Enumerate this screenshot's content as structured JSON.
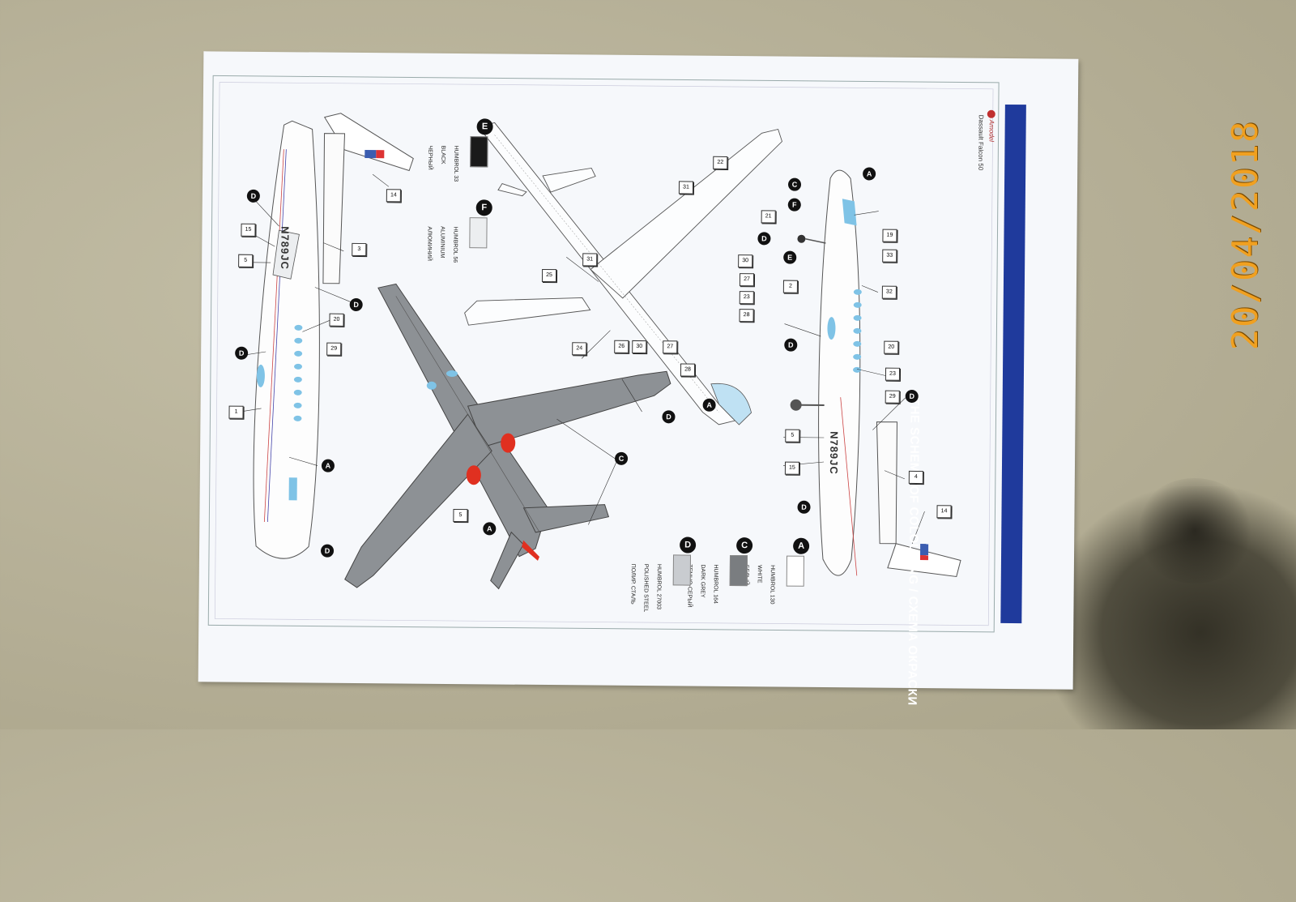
{
  "date_stamp": "20/04/2018",
  "sheet": {
    "title": "THE SCHEME OF COLOURING / СХЕМА ОКРАСКИ",
    "subtitle": "Dassault Falcon 50",
    "brand": "Amodel",
    "registration": "N789JC"
  },
  "paints": {
    "E": {
      "letter": "E",
      "code": "HUMBROL 33",
      "en": "BLACK",
      "ru": "ЧЕРНЫЙ",
      "color": "#1a1a1a"
    },
    "F": {
      "letter": "F",
      "code": "HUMBROL 56",
      "en": "ALUMINIUM",
      "ru": "АЛЮМИНИЙ",
      "color": "#eceef0"
    },
    "A": {
      "letter": "A",
      "code": "HUMBROL 130",
      "en": "WHITE",
      "ru": "БЕЛЫЙ",
      "color": "#ffffff"
    },
    "C": {
      "letter": "C",
      "code": "HUMBROL 164",
      "en": "DARK GREY",
      "ru": "ТЕМНО-СЕРЫЙ",
      "color": "#7a7d80"
    },
    "D": {
      "letter": "D",
      "code": "HUMBROL 27003",
      "en": "POLISHED STEEL",
      "ru": "ПОЛИР. СТАЛЬ",
      "color": "#c9ccd0"
    }
  },
  "callouts": [
    "1",
    "2",
    "3",
    "4",
    "5",
    "14",
    "15",
    "19",
    "20",
    "21",
    "22",
    "23",
    "24",
    "25",
    "26",
    "27",
    "28",
    "29",
    "30",
    "31",
    "32",
    "33"
  ],
  "colors": {
    "fuselage_blue": "#7fc3e6",
    "engine_red": "#e03020",
    "upper_grey": "#8d9195",
    "band_blue": "#1f3a9c"
  }
}
